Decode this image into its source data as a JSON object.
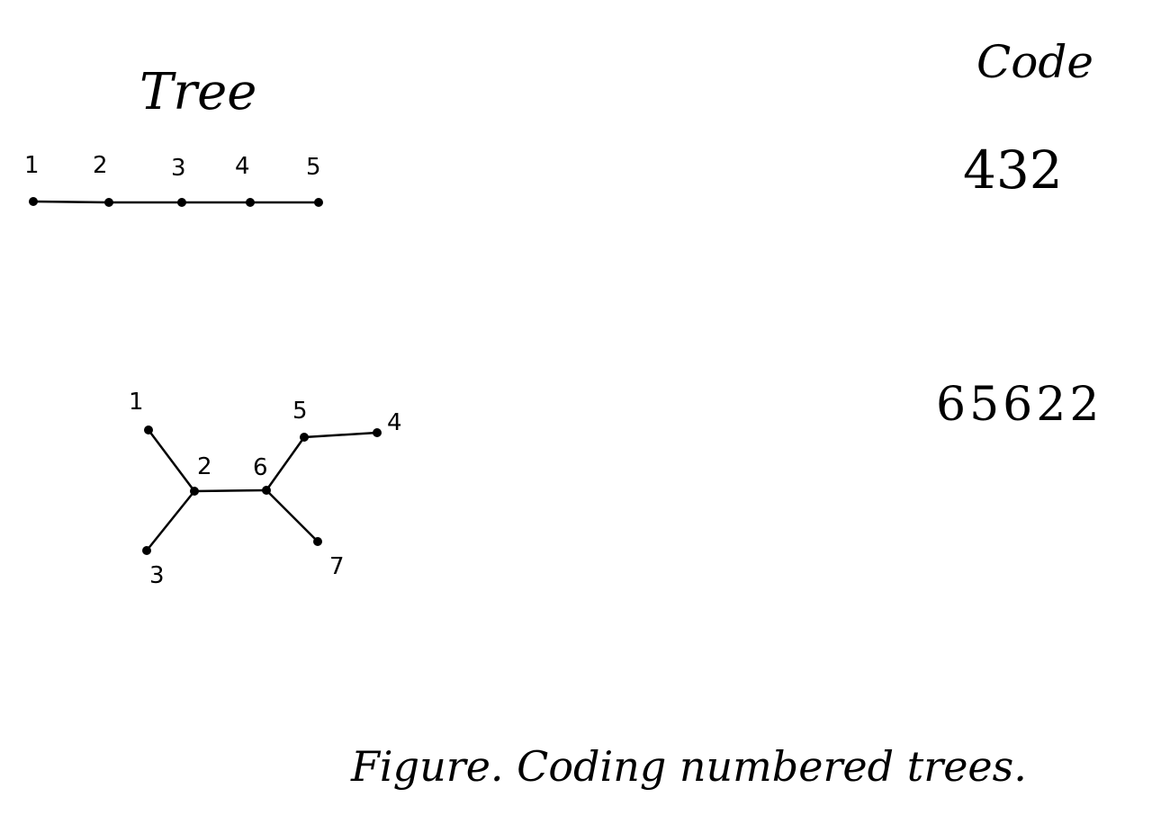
{
  "headings": {
    "tree": "Tree",
    "code": "Code"
  },
  "examples": [
    {
      "code": "432",
      "tree": {
        "nodes": [
          "1",
          "2",
          "3",
          "4",
          "5"
        ],
        "edges": [
          [
            "1",
            "2"
          ],
          [
            "2",
            "3"
          ],
          [
            "3",
            "4"
          ],
          [
            "4",
            "5"
          ]
        ]
      }
    },
    {
      "code": "65622",
      "tree": {
        "nodes": [
          "1",
          "2",
          "3",
          "4",
          "5",
          "6",
          "7"
        ],
        "edges": [
          [
            "1",
            "2"
          ],
          [
            "3",
            "2"
          ],
          [
            "2",
            "6"
          ],
          [
            "6",
            "5"
          ],
          [
            "5",
            "4"
          ],
          [
            "6",
            "7"
          ]
        ]
      }
    }
  ],
  "caption": "Figure. Coding numbered trees."
}
